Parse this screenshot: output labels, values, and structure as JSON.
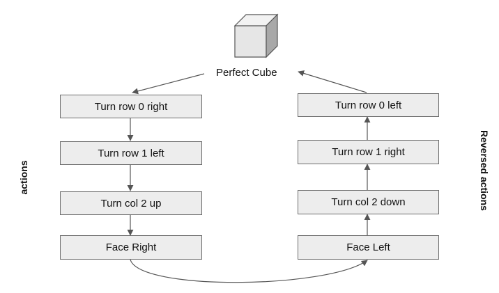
{
  "diagram": {
    "top_label": "Perfect Cube",
    "left_label": "actions",
    "right_label": "Reversed actions",
    "actions": [
      "Turn row 0 right",
      "Turn row 1 left",
      "Turn col 2 up",
      "Face Right"
    ],
    "reversed_actions": [
      "Turn row 0 left",
      "Turn row 1 right",
      "Turn col 2 down",
      "Face Left"
    ],
    "colors": {
      "box_fill": "#ededed",
      "box_border": "#6b6b6b",
      "arrow": "#555555"
    },
    "icon": "cube-icon"
  }
}
